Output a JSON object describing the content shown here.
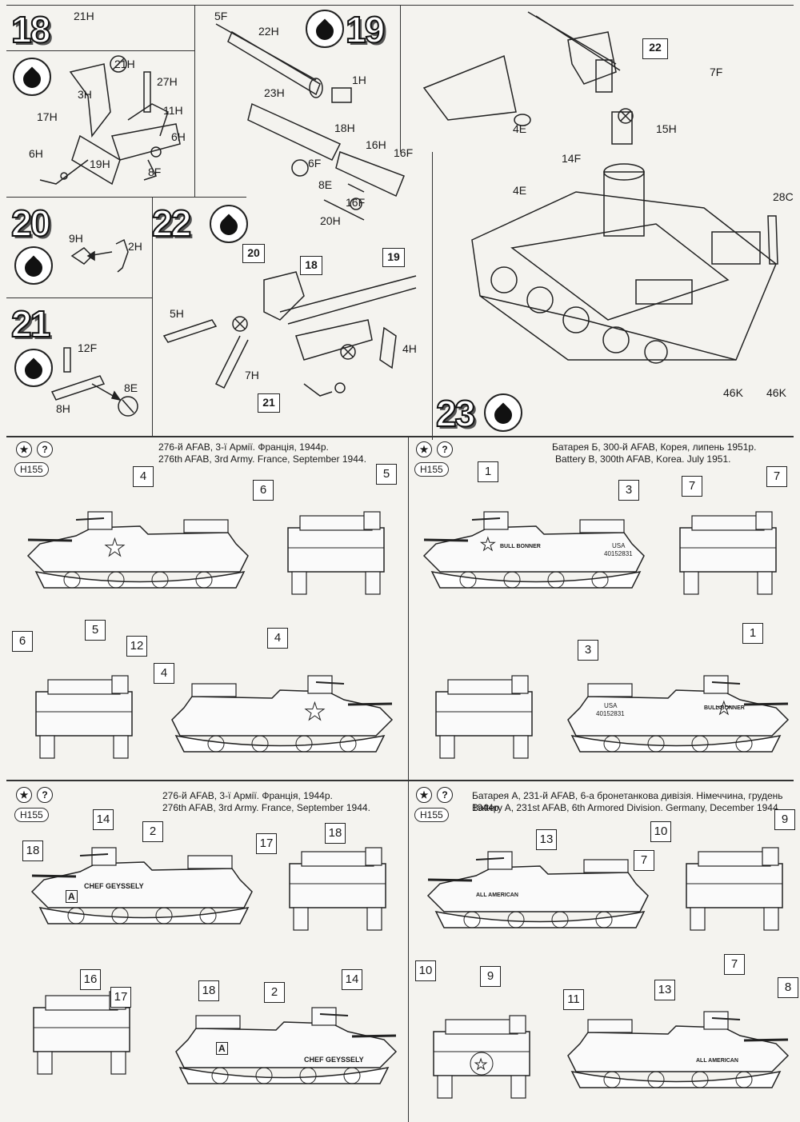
{
  "steps": {
    "s18": {
      "number": "18",
      "parts": [
        "21H",
        "21H",
        "27H",
        "3H",
        "11H",
        "17H",
        "6H",
        "6H",
        "19H",
        "8F"
      ]
    },
    "s19": {
      "number": "19",
      "parts": [
        "5F",
        "22H",
        "1H",
        "23H",
        "18H",
        "16H",
        "16F",
        "6F",
        "8E",
        "16F",
        "20H"
      ]
    },
    "s20": {
      "number": "20",
      "parts": [
        "9H",
        "2H"
      ]
    },
    "s21": {
      "number": "21",
      "parts": [
        "12F",
        "8E",
        "8H"
      ]
    },
    "s22a": {
      "number": "22",
      "parts": [
        "5H",
        "7H",
        "4H"
      ],
      "refs": [
        "20",
        "18",
        "19",
        "21"
      ]
    },
    "s22b": {
      "number": "22",
      "parts": [
        "7F",
        "4E",
        "15H",
        "14F"
      ]
    },
    "s23": {
      "number": "23",
      "parts": [
        "4E",
        "28C",
        "46K",
        "46K"
      ]
    }
  },
  "schemes": [
    {
      "badge": "H155",
      "caption_ua": "276-й AFAB, 3-ї Армії. Франція, 1944р.",
      "caption_en": "276th AFAB, 3rd Army. France, September 1944.",
      "callouts": [
        "4",
        "6",
        "5",
        "6",
        "5",
        "12",
        "4",
        "4"
      ]
    },
    {
      "badge": "H155",
      "caption_ua": "Батарея Б, 300-й AFAB, Корея, липень 1951р.",
      "caption_en": "Battery B, 300th AFAB, Korea. July 1951.",
      "callouts": [
        "1",
        "3",
        "7",
        "7",
        "3",
        "1"
      ],
      "markings": {
        "usa": "USA",
        "serial": "40152831",
        "name": "BULL BONNER"
      }
    },
    {
      "badge": "H155",
      "caption_ua": "276-й AFAB, 3-ї Армії. Франція, 1944р.",
      "caption_en": "276th AFAB, 3rd Army. France, September 1944.",
      "callouts": [
        "14",
        "2",
        "18",
        "17",
        "18",
        "16",
        "17",
        "18",
        "2",
        "14"
      ],
      "markings": {
        "name": "CHEF GEYSSELY",
        "letter": "A"
      }
    },
    {
      "badge": "H155",
      "caption_ua": "Батарея А, 231-й AFAB, 6-а бронетанкова дивізія. Німеччина, грудень 1944р.",
      "caption_en": "Battery A, 231st AFAB, 6th Armored Division. Germany, December 1944.",
      "callouts": [
        "13",
        "10",
        "9",
        "7",
        "7",
        "10",
        "9",
        "11",
        "13",
        "8"
      ],
      "markings": {
        "name": "ALL AMERICAN"
      }
    }
  ],
  "icons": {
    "stamp": "stamp-icon",
    "question": "question-icon",
    "drop": "glue-drop-icon"
  }
}
